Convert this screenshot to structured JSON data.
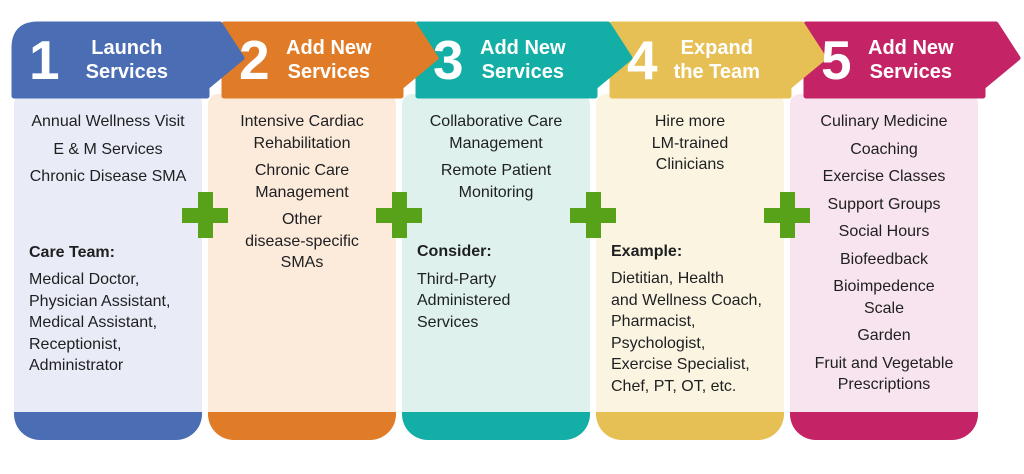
{
  "plus_color": "#57a218",
  "steps": [
    {
      "number": "1",
      "title": "Launch\nServices",
      "accent": "#4a6db4",
      "body_bg": "#e9ecf6",
      "blocks": [
        {
          "type": "item",
          "align": "center",
          "text": "Annual Wellness Visit"
        },
        {
          "type": "item",
          "align": "center",
          "text": "E & M Services"
        },
        {
          "type": "item",
          "align": "center",
          "text": "Chronic Disease SMA"
        },
        {
          "type": "spacer",
          "height": 48
        },
        {
          "type": "label",
          "align": "left",
          "text": "Care Team:"
        },
        {
          "type": "item",
          "align": "left",
          "text": "Medical Doctor,\nPhysician Assistant,\nMedical Assistant,\nReceptionist,\nAdministrator"
        }
      ]
    },
    {
      "number": "2",
      "title": "Add New\nServices",
      "accent": "#e07c28",
      "body_bg": "#fceadb",
      "blocks": [
        {
          "type": "item",
          "align": "center",
          "text": "Intensive Cardiac\nRehabilitation"
        },
        {
          "type": "item",
          "align": "center",
          "text": "Chronic Care\nManagement"
        },
        {
          "type": "item",
          "align": "center",
          "text": "Other\ndisease-specific\nSMAs"
        }
      ]
    },
    {
      "number": "3",
      "title": "Add New\nServices",
      "accent": "#13aea5",
      "body_bg": "#def1ec",
      "blocks": [
        {
          "type": "item",
          "align": "center",
          "text": "Collaborative Care\nManagement"
        },
        {
          "type": "item",
          "align": "center",
          "text": "Remote Patient\nMonitoring"
        },
        {
          "type": "spacer",
          "height": 32
        },
        {
          "type": "label",
          "align": "left",
          "text": "Consider:"
        },
        {
          "type": "item",
          "align": "left",
          "text": "Third-Party\nAdministered\nServices"
        }
      ]
    },
    {
      "number": "4",
      "title": "Expand\nthe Team",
      "accent": "#e7c055",
      "body_bg": "#faf4e1",
      "blocks": [
        {
          "type": "item",
          "align": "center",
          "text": "Hire more\nLM-trained\nClinicians"
        },
        {
          "type": "spacer",
          "height": 59
        },
        {
          "type": "label",
          "align": "left",
          "text": "Example:"
        },
        {
          "type": "item",
          "align": "left",
          "text": "Dietitian, Health\nand Wellness Coach,\nPharmacist,\nPsychologist,\nExercise Specialist,\nChef, PT, OT, etc."
        }
      ]
    },
    {
      "number": "5",
      "title": "Add New\nServices",
      "accent": "#c42465",
      "body_bg": "#f8e4ee",
      "blocks": [
        {
          "type": "item",
          "align": "center",
          "text": "Culinary Medicine"
        },
        {
          "type": "item",
          "align": "center",
          "text": "Coaching"
        },
        {
          "type": "item",
          "align": "center",
          "text": "Exercise Classes"
        },
        {
          "type": "item",
          "align": "center",
          "text": "Support Groups"
        },
        {
          "type": "item",
          "align": "center",
          "text": "Social Hours"
        },
        {
          "type": "item",
          "align": "center",
          "text": "Biofeedback"
        },
        {
          "type": "item",
          "align": "center",
          "text": "Bioimpedence\nScale"
        },
        {
          "type": "item",
          "align": "center",
          "text": "Garden"
        },
        {
          "type": "item",
          "align": "center",
          "text": "Fruit and Vegetable\nPrescriptions"
        }
      ]
    }
  ]
}
